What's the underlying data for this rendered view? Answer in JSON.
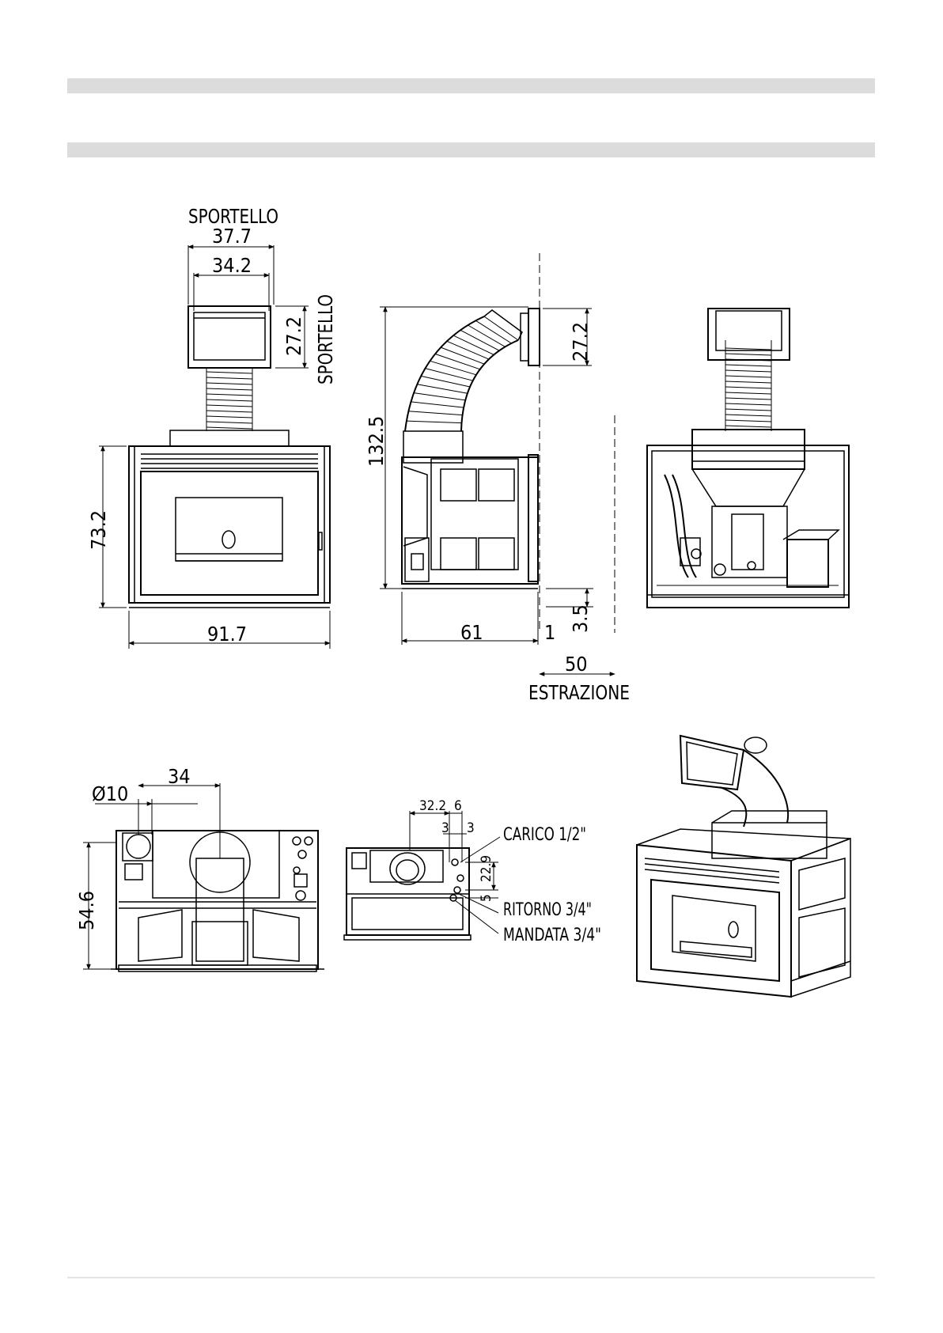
{
  "front_view": {
    "door_label": "SPORTELLO",
    "door_width_outer": "37.7",
    "door_width_inner": "34.2",
    "door_height": "27.2",
    "door_height_label": "SPORTELLO",
    "height": "73.2",
    "width": "91.7"
  },
  "side_view": {
    "total_height": "132.5",
    "door_height": "27.2",
    "depth": "61",
    "front_offset": "1",
    "bottom_offset": "3.5",
    "extraction": "50",
    "extraction_label": "ESTRAZIONE"
  },
  "top_view": {
    "flue_diameter": "Ø10",
    "flue_offset": "34",
    "depth": "54.6"
  },
  "rear_view": {
    "dim_a": "32.2",
    "dim_b": "6",
    "dim_c": "3",
    "dim_d": "3",
    "dim_e": "22.9",
    "dim_f": "5",
    "carico": "CARICO 1/2\"",
    "ritorno": "RITORNO 3/4\"",
    "mandata": "MANDATA 3/4\""
  }
}
